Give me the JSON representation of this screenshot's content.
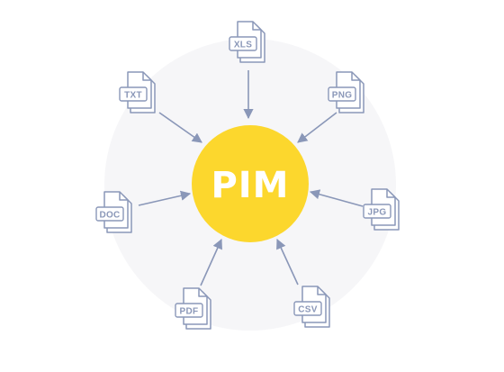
{
  "hub": {
    "label": "PIM",
    "color": "#fcd72d",
    "text_color": "#ffffff"
  },
  "backdrop_color": "#f6f6f8",
  "icon_color": "#8a97b8",
  "arrow_color": "#8a97b8",
  "files": [
    {
      "id": "xls",
      "label": "XLS"
    },
    {
      "id": "png",
      "label": "PNG"
    },
    {
      "id": "jpg",
      "label": "JPG"
    },
    {
      "id": "csv",
      "label": "CSV"
    },
    {
      "id": "pdf",
      "label": "PDF"
    },
    {
      "id": "doc",
      "label": "DOC"
    },
    {
      "id": "txt",
      "label": "TXT"
    }
  ]
}
